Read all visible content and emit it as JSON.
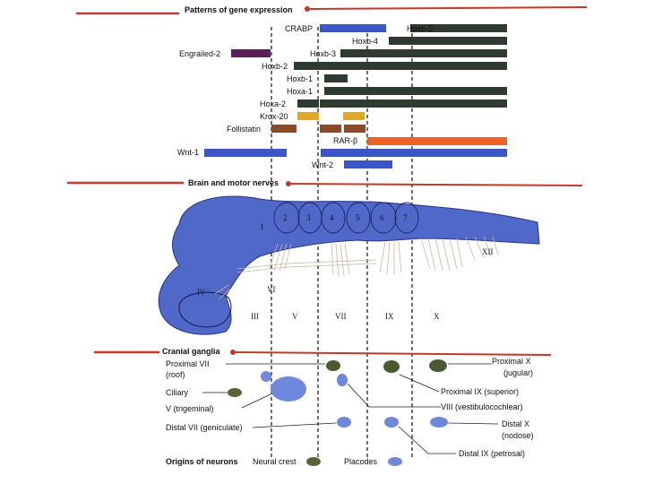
{
  "sections": {
    "gene_expression_title": "Patterns of gene expression",
    "brain_title": "Brain and motor nerves",
    "ganglia_title": "Cranial ganglia",
    "origins_title": "Origins of neurons"
  },
  "colors": {
    "accent_line": "#c0392b",
    "blue": "#3a55c8",
    "dark": "#2f3a30",
    "purple": "#5a1f55",
    "gold": "#e0a828",
    "brown": "#8a4b2a",
    "orange": "#e8642a",
    "embryo": "#5068c8"
  },
  "genes": [
    {
      "name": "CRABP",
      "color": "blue"
    },
    {
      "name": "Hoxb-5",
      "color": "dark"
    },
    {
      "name": "Hoxb-4",
      "color": "dark"
    },
    {
      "name": "Engrailed-2",
      "color": "purple"
    },
    {
      "name": "Hoxb-3",
      "color": "dark"
    },
    {
      "name": "Hoxb-2",
      "color": "dark"
    },
    {
      "name": "Hoxb-1",
      "color": "dark"
    },
    {
      "name": "Hoxa-1",
      "color": "dark"
    },
    {
      "name": "Hoxa-2",
      "color": "dark"
    },
    {
      "name": "Krox-20",
      "color": "gold"
    },
    {
      "name": "Follistatin",
      "color": "brown"
    },
    {
      "name": "RAR-β",
      "color": "orange"
    },
    {
      "name": "Wnt-1",
      "color": "blue"
    },
    {
      "name": "Wnt-2",
      "color": "blue"
    }
  ],
  "brain": {
    "rhombomeres": [
      "1",
      "2",
      "3",
      "4",
      "5",
      "6",
      "7"
    ],
    "nerves": [
      "III",
      "IV",
      "V",
      "VI",
      "VII",
      "IX",
      "X",
      "XII"
    ]
  },
  "ganglia": {
    "left_labels": [
      "Proximal VII",
      "(roof)",
      "Ciliary",
      "V (trigeminal)",
      "Distal VII (geniculate)"
    ],
    "right_labels": [
      "Proximal X",
      "(jugular)",
      "Proximal IX (superior)",
      "VIII (vestibulocochlear)",
      "Distal X",
      "(nodose)",
      "Distal IX (petrosal)"
    ]
  },
  "legend": {
    "neural_crest": "Neural crest",
    "placodes": "Placodes"
  }
}
